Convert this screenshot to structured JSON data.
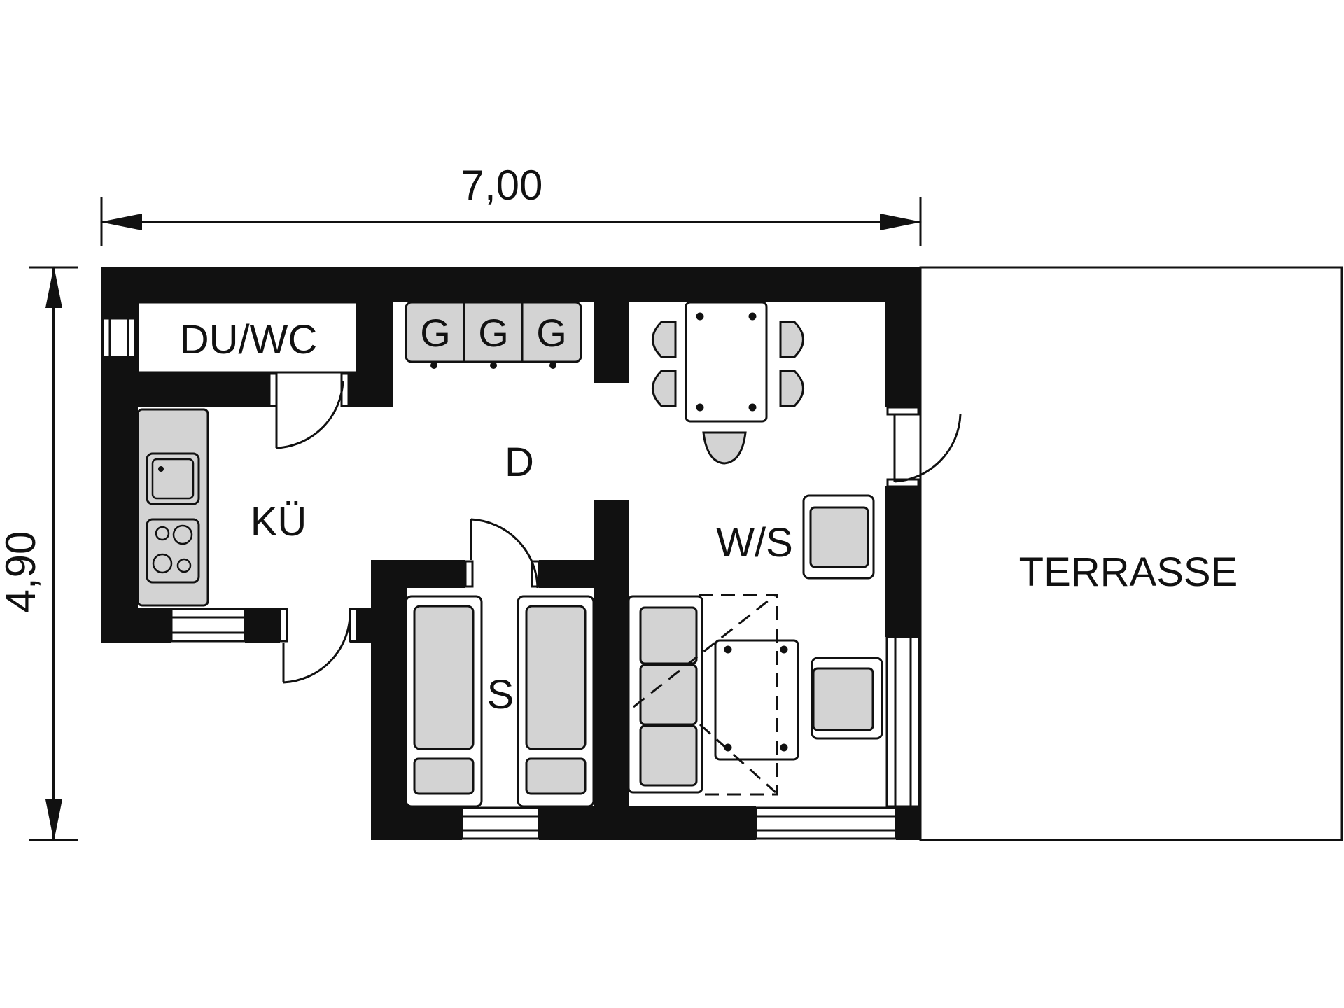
{
  "dimensions": {
    "width": "7,00",
    "depth": "4,90"
  },
  "rooms": {
    "bathroom": "DU/WC",
    "kitchen": "KÜ",
    "hallway": "D",
    "bedroom": "S",
    "living": "W/S",
    "terrace": "TERRASSE"
  },
  "cabinets": [
    "G",
    "G",
    "G"
  ],
  "colors": {
    "wall": "#111111",
    "furniture_fill": "#d3d3d3",
    "line": "#111111",
    "background": "#ffffff"
  }
}
